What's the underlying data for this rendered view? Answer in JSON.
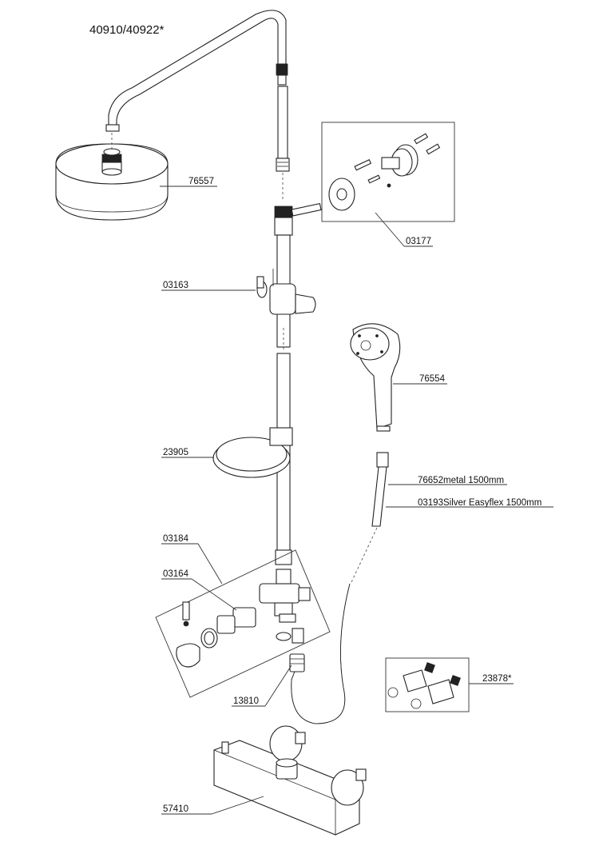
{
  "title": "40910/40922*",
  "parts": [
    {
      "id": "rain-shower-head",
      "number": "76557"
    },
    {
      "id": "wall-bracket-kit",
      "number": "03177"
    },
    {
      "id": "slider-holder",
      "number": "03163"
    },
    {
      "id": "hand-shower",
      "number": "76554"
    },
    {
      "id": "soap-dish",
      "number": "23905"
    },
    {
      "id": "shower-hose-metal",
      "number": "76652",
      "note": "metal 1500mm"
    },
    {
      "id": "shower-hose-silver",
      "number": "03193",
      "note": "Silver Easyflex 1500mm"
    },
    {
      "id": "diverter-kit",
      "number": "03184"
    },
    {
      "id": "diverter-cartridge",
      "number": "03164"
    },
    {
      "id": "connection-nut",
      "number": "13810"
    },
    {
      "id": "s-union-kit",
      "number": "23878*"
    },
    {
      "id": "thermostat-mixer",
      "number": "57410"
    }
  ]
}
